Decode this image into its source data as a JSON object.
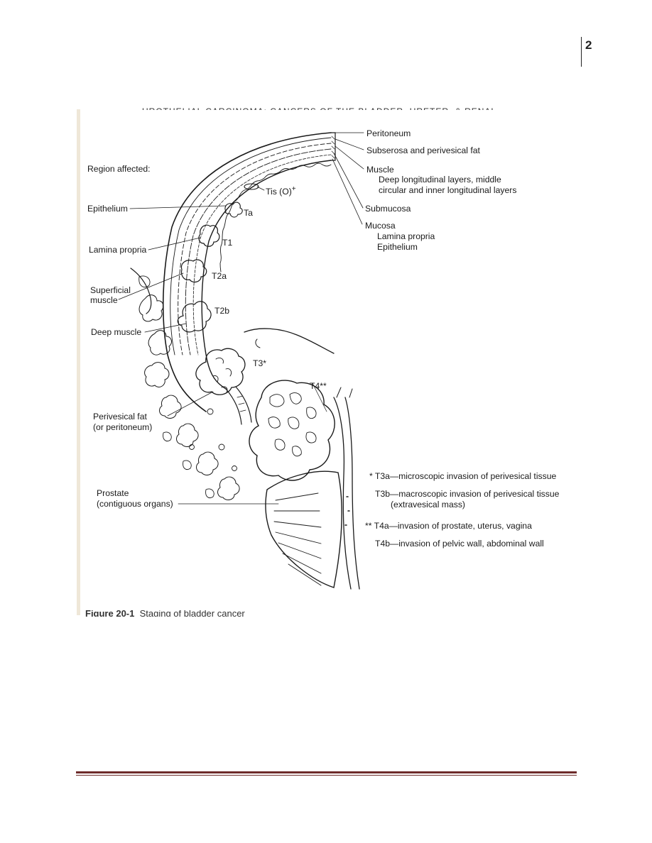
{
  "page_number": "2",
  "figure": {
    "header_cropped": "UROTHELIAL CARCINOMA: CANCERS OF THE BLADDER, URETER, & RENAL",
    "caption_label": "Figure 20-1",
    "caption_text": "Staging of bladder cancer",
    "left_labels": {
      "region_affected": "Region affected:",
      "epithelium": "Epithelium",
      "lamina_propria": "Lamina propria",
      "superficial_muscle_1": "Superficial",
      "superficial_muscle_2": "muscle",
      "deep_muscle": "Deep muscle",
      "perivesical_fat_1": "Perivesical fat",
      "perivesical_fat_2": "(or peritoneum)",
      "prostate_1": "Prostate",
      "prostate_2": "(contiguous organs)"
    },
    "layers": {
      "peritoneum": "Peritoneum",
      "subserosa": "Subserosa and perivesical fat",
      "muscle": "Muscle",
      "muscle_detail_1": "Deep longitudinal layers, middle",
      "muscle_detail_2": "circular and inner longitudinal layers",
      "submucosa": "Submucosa",
      "mucosa": "Mucosa",
      "mucosa_detail_1": "Lamina propria",
      "mucosa_detail_2": "Epithelium"
    },
    "stages": {
      "tis": "Tis (O)",
      "tis_sup": "+",
      "ta": "Ta",
      "t1": "T1",
      "t2a": "T2a",
      "t2b": "T2b",
      "t3": "T3*",
      "t4": "T4**"
    },
    "notes": {
      "t3a": "* T3a—microscopic invasion of perivesical tissue",
      "t3b": "T3b—macroscopic invasion of perivesical tissue",
      "t3b_detail": "(extravesical mass)",
      "t4a": "** T4a—invasion of prostate, uterus, vagina",
      "t4b": "T4b—invasion of pelvic wall, abdominal wall"
    }
  }
}
